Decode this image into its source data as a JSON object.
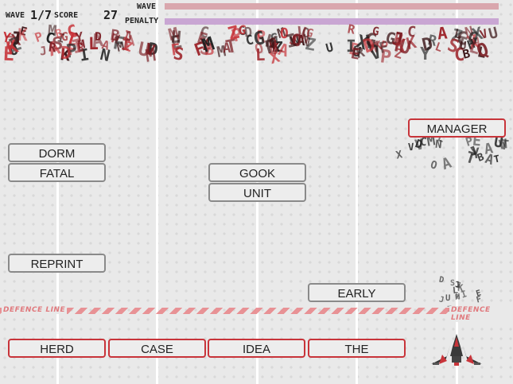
{
  "hud": {
    "wave_label": "WAVE",
    "wave_value": "1/7",
    "score_label": "SCORE",
    "score_value": "27",
    "wave_bar_label": "WAVE",
    "penalty_label": "PENALTY"
  },
  "colors": {
    "wave_bar": "#d9a7ad",
    "penalty_bar": "#c9a6d3",
    "word_border": "#8a8a8a",
    "word_border_active": "#c8343a",
    "defence_line": "#e8888c"
  },
  "defence_line": {
    "left_label": "DEFENCE LINE",
    "right_label": "DEFENCE LINE"
  },
  "enemy_words": [
    "MANAGER",
    "DORM",
    "FATAL",
    "GOOK",
    "UNIT",
    "REPRINT",
    "EARLY"
  ],
  "queue_words": [
    "HERD",
    "CASE",
    "IDEA",
    "THE"
  ],
  "player": {
    "icon": "spaceship-icon"
  }
}
